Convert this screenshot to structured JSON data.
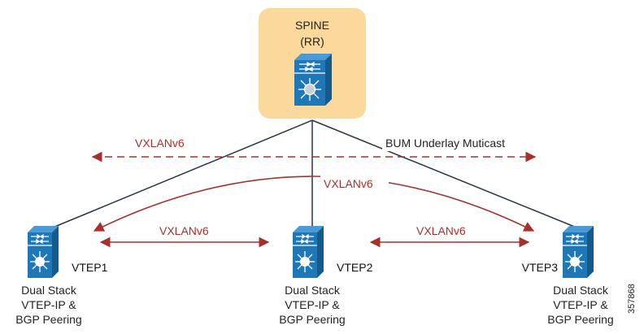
{
  "spine": {
    "title": "SPINE",
    "subtitle": "(RR)"
  },
  "multicast_label_left": "VXLANv6",
  "multicast_label_right": "BUM Underlay Muticast",
  "arc_label": "VXLANv6",
  "link_12_label": "VXLANv6",
  "link_23_label": "VXLANv6",
  "vteps": [
    {
      "name": "VTEP1",
      "desc1": "Dual Stack",
      "desc2": "VTEP-IP &",
      "desc3": "BGP Peering"
    },
    {
      "name": "VTEP2",
      "desc1": "Dual Stack",
      "desc2": "VTEP-IP &",
      "desc3": "BGP Peering"
    },
    {
      "name": "VTEP3",
      "desc1": "Dual Stack",
      "desc2": "VTEP-IP &",
      "desc3": "BGP Peering"
    }
  ],
  "figure_number": "357868",
  "colors": {
    "spine_box": "#fbd89c",
    "switch_fill": "#1e78b8",
    "switch_dark": "#155a8c",
    "uplink": "#2b3447",
    "tunnel": "#a8302a"
  }
}
